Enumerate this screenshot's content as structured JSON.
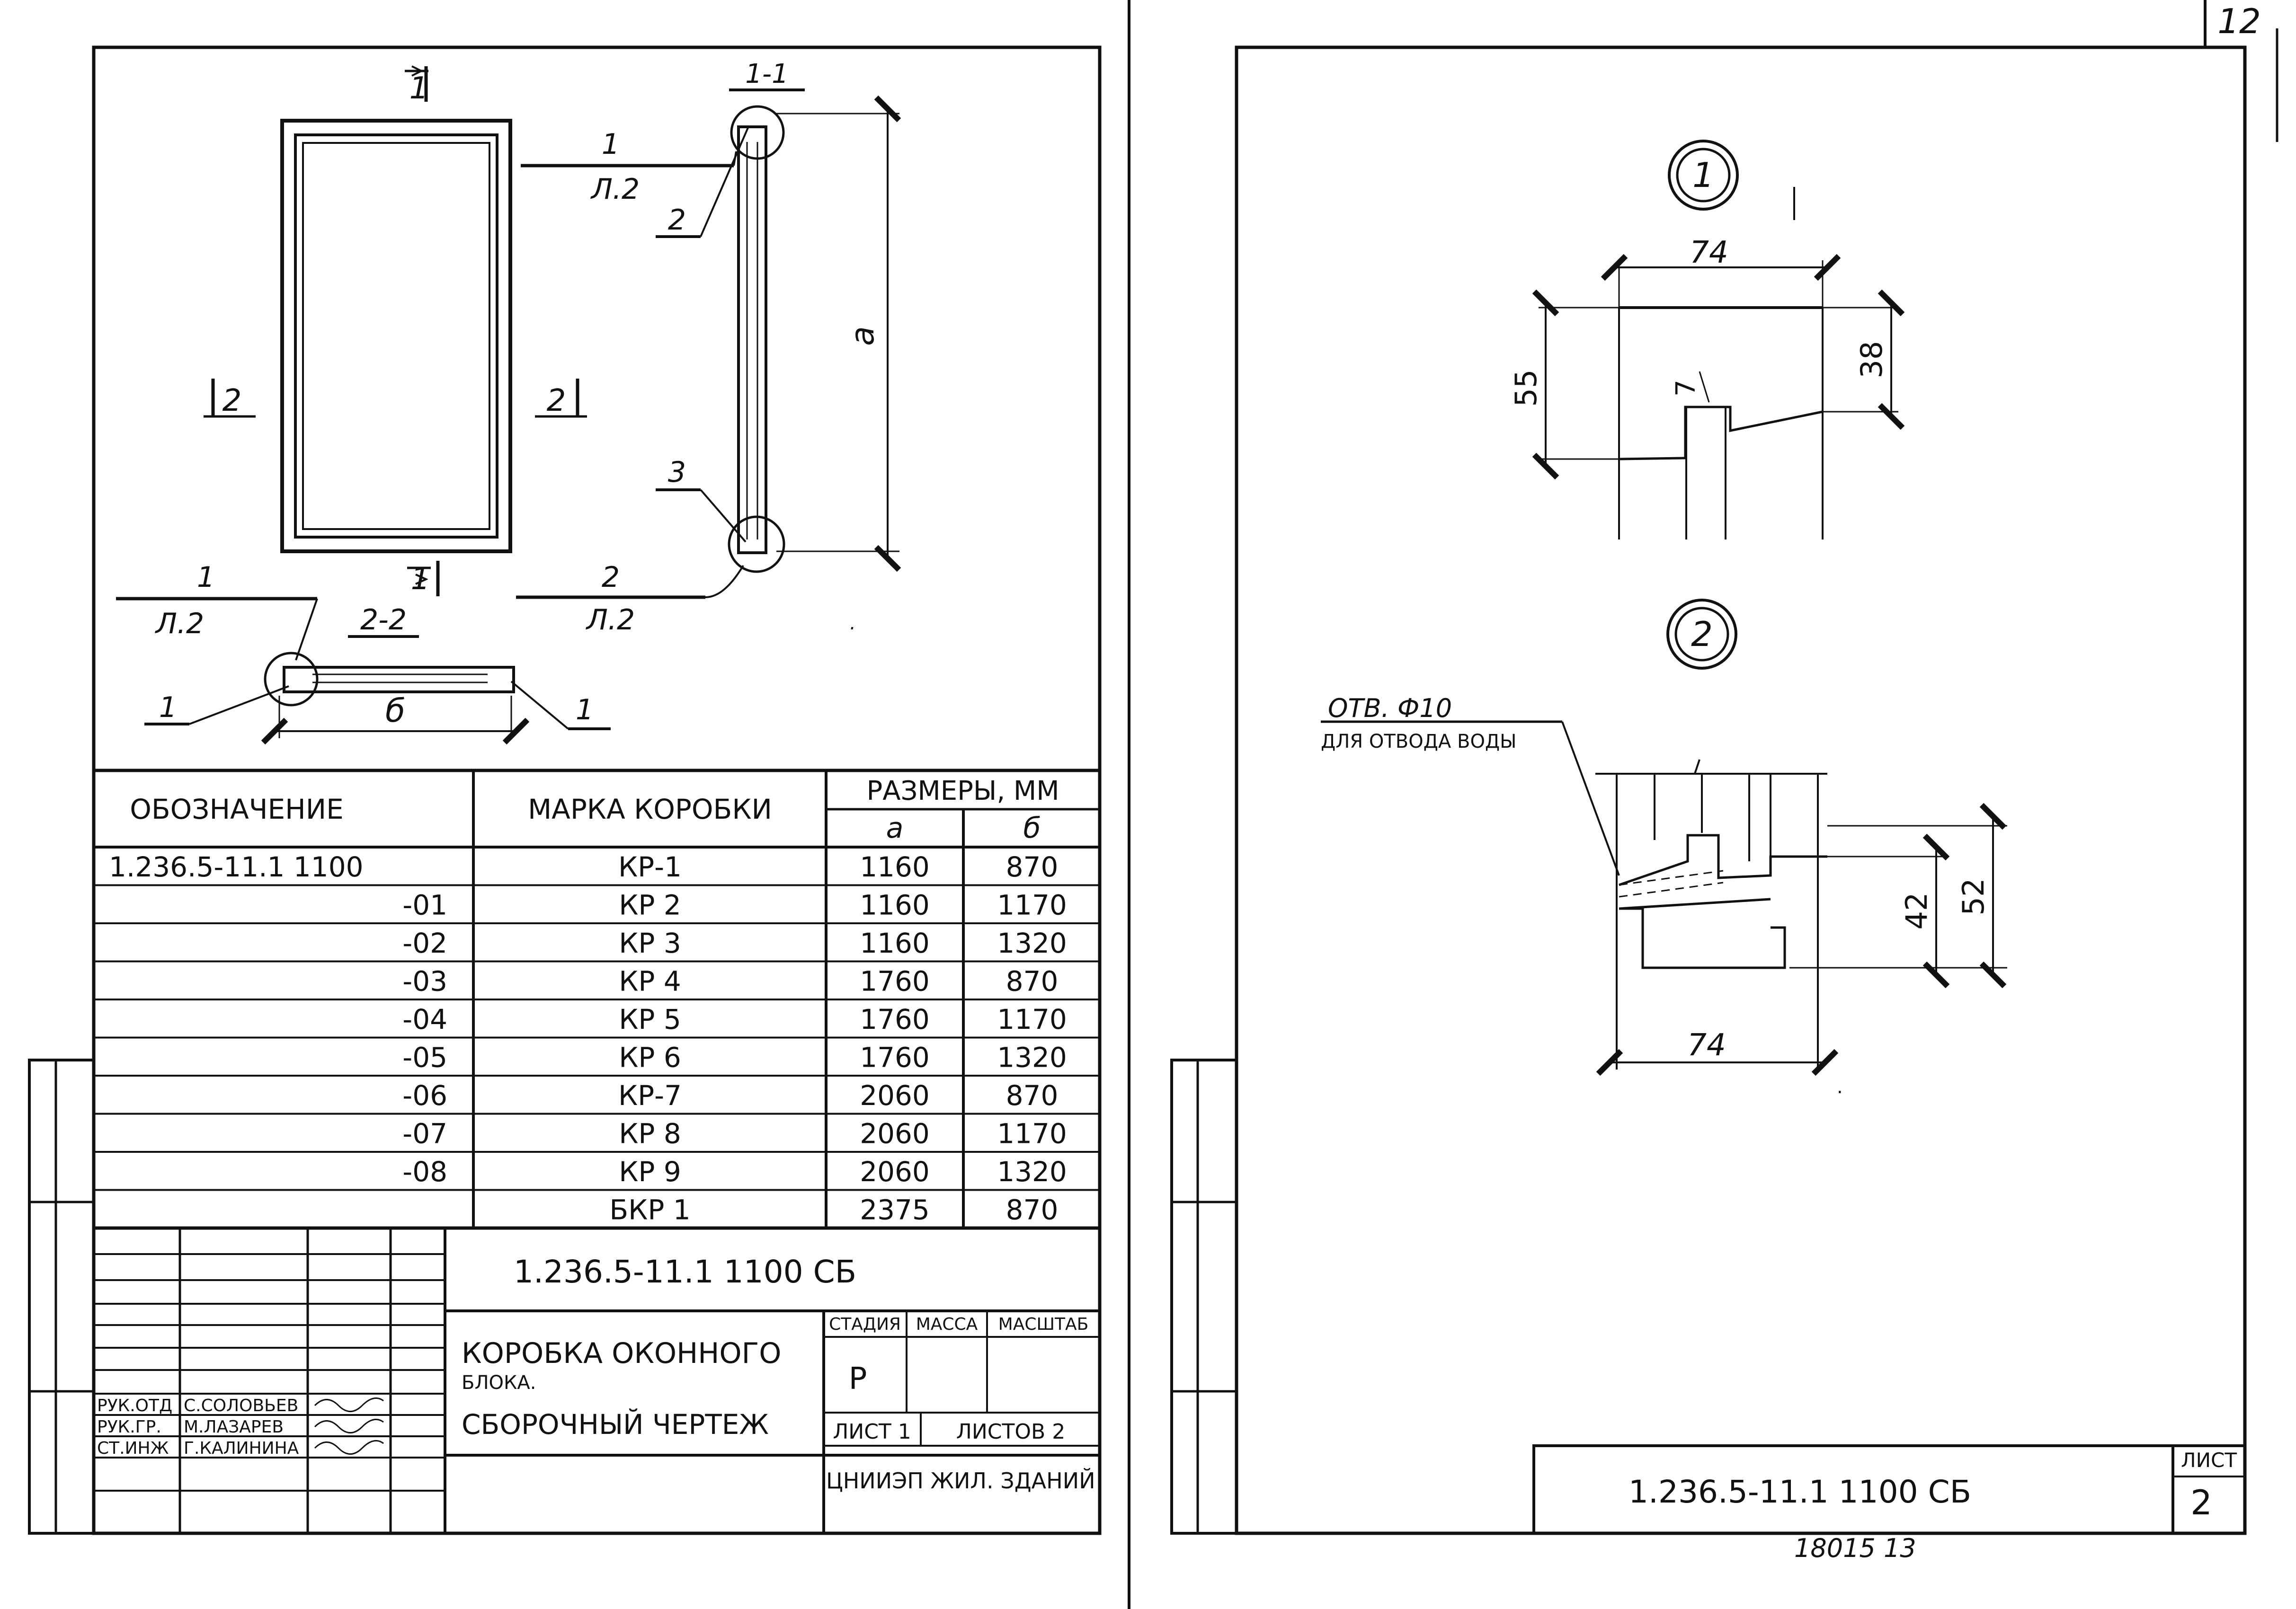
{
  "page_number": "12",
  "left_sheet": {
    "section_marks": {
      "top": "1",
      "bottom": "1",
      "left": "2",
      "right": "2",
      "title_1_1": "1-1",
      "title_2_2": "2-2"
    },
    "leaders": {
      "l1_top": "1",
      "l1_bot": "Л.2",
      "l2_top": "1",
      "l2_bot": "Л.2",
      "l3_top": "2",
      "l3_bot": "Л.2",
      "pos2": "2",
      "pos3": "3",
      "pos1_left": "1",
      "pos1_right": "1"
    },
    "dim_a": "a",
    "dim_b": "б",
    "table": {
      "headers": {
        "designation": "ОБОЗНАЧЕНИЕ",
        "mark": "МАРКА КОРОБКИ",
        "sizes": "РАЗМЕРЫ, ММ",
        "a": "a",
        "b": "б"
      },
      "rows": [
        {
          "designation": "1.236.5-11.1 1100",
          "mark": "КР-1",
          "a": "1160",
          "b": "870"
        },
        {
          "designation": "-01",
          "mark": "КР 2",
          "a": "1160",
          "b": "1170"
        },
        {
          "designation": "-02",
          "mark": "КР 3",
          "a": "1160",
          "b": "1320"
        },
        {
          "designation": "-03",
          "mark": "КР 4",
          "a": "1760",
          "b": "870"
        },
        {
          "designation": "-04",
          "mark": "КР 5",
          "a": "1760",
          "b": "1170"
        },
        {
          "designation": "-05",
          "mark": "КР 6",
          "a": "1760",
          "b": "1320"
        },
        {
          "designation": "-06",
          "mark": "КР-7",
          "a": "2060",
          "b": "870"
        },
        {
          "designation": "-07",
          "mark": "КР 8",
          "a": "2060",
          "b": "1170"
        },
        {
          "designation": "-08",
          "mark": "КР 9",
          "a": "2060",
          "b": "1320"
        },
        {
          "designation": "",
          "mark": "БКР 1",
          "a": "2375",
          "b": "870"
        }
      ]
    },
    "title_block": {
      "doc_code": "1.236.5-11.1 1100 СБ",
      "title_line1": "КОРОБКА ОКОННОГО",
      "title_line2": "БЛОКА.",
      "title_line3": "СБОРОЧНЫЙ ЧЕРТЕЖ",
      "stage_label": "СТАДИЯ",
      "mass_label": "МАССА",
      "scale_label": "МАСШТАБ",
      "stage_value": "Р",
      "sheet_label": "ЛИСТ 1",
      "sheets_label": "ЛИСТОВ 2",
      "org": "ЦНИИЭП ЖИЛ. ЗДАНИЙ",
      "signatures": [
        {
          "role": "РУК.ОТД",
          "name": "С.СОЛОВЬЕВ"
        },
        {
          "role": "РУК.ГР.",
          "name": "М.ЛАЗАРЕВ"
        },
        {
          "role": "СТ.ИНЖ",
          "name": "Г.КАЛИНИНА"
        }
      ]
    }
  },
  "right_sheet": {
    "detail1": {
      "label": "1",
      "dim_width": "74",
      "dim_height_left": "55",
      "dim_height_right": "38",
      "dim_small": "7"
    },
    "detail2": {
      "label": "2",
      "note_line1": "ОТВ. Ф10",
      "note_line2": "ДЛЯ ОТВОДА ВОДЫ",
      "dim_width": "74",
      "dim_42": "42",
      "dim_52": "52"
    },
    "stamp": {
      "doc_code": "1.236.5-11.1 1100 СБ",
      "sheet_label": "ЛИСТ",
      "sheet_no": "2"
    },
    "footer_note": "18015 13"
  }
}
